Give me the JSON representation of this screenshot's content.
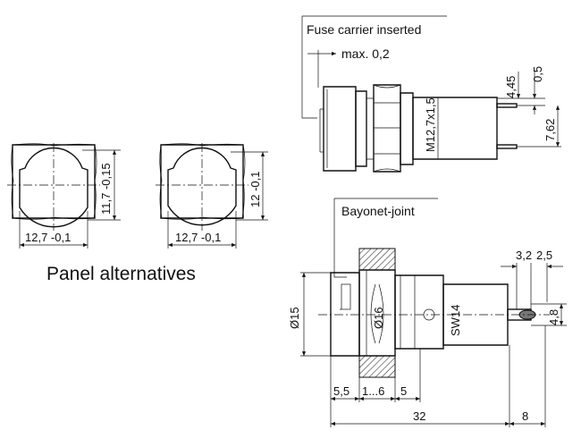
{
  "labels": {
    "fuse_carrier": "Fuse carrier inserted",
    "max_gap": "max. 0,2",
    "bayonet": "Bayonet-joint",
    "panel_alternatives": "Panel alternatives"
  },
  "dimensions": {
    "panel1_width": "12,7 -0,1",
    "panel1_height": "11,7 -0,15",
    "panel2_width": "12,7 -0,1",
    "panel2_height": "12 -0,1",
    "thread": "M12,7x1,5",
    "d_445": "4,45",
    "d_05": "0,5",
    "d_762": "7,62",
    "d_32_top": "3,2",
    "d_25": "2,5",
    "d_48": "4,8",
    "dia15": "Ø15",
    "dia16": "Ø16",
    "sw14": "SW14",
    "d_55": "5,5",
    "d_1_6": "1...6",
    "d_5": "5",
    "d_32": "32",
    "d_8": "8"
  }
}
